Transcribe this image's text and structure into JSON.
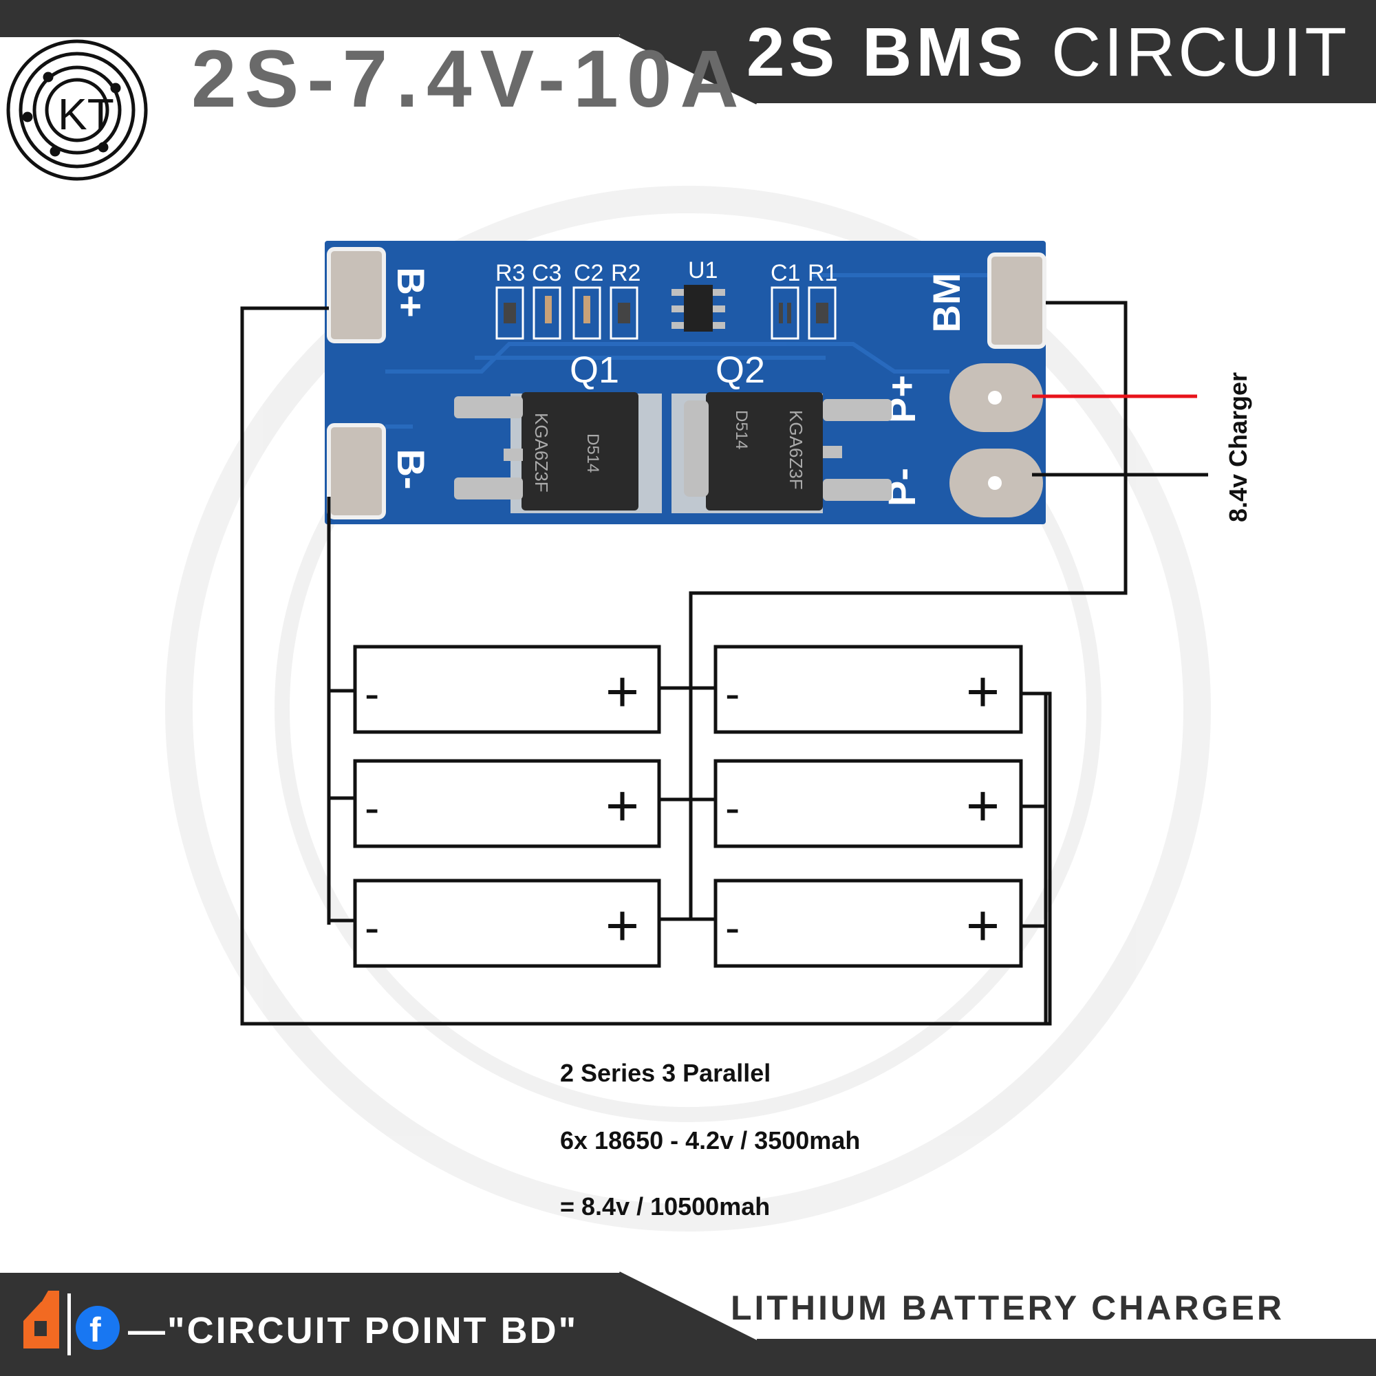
{
  "header": {
    "spec": "2S-7.4V-10A",
    "title_bold": "2S BMS",
    "title_light": "CIRCUIT",
    "logo_letters": "KT"
  },
  "board": {
    "pads": {
      "b_plus": "B+",
      "b_minus": "B-",
      "bm": "BM",
      "p_plus": "P+",
      "p_minus": "P-"
    },
    "components": {
      "r3": "R3",
      "c3": "C3",
      "c2": "C2",
      "r2": "R2",
      "u1": "U1",
      "c1": "C1",
      "r1": "R1",
      "q1": "Q1",
      "q2": "Q2"
    },
    "mosfet_marking_1": "KGA6Z3F",
    "mosfet_marking_2": "D514"
  },
  "charger_label": "8.4v Charger",
  "battery": {
    "minus": "-",
    "plus": "+"
  },
  "notes": [
    "2 Series 3 Parallel",
    "6x 18650 - 4.2v / 3500mah",
    "= 8.4v / 10500mah"
  ],
  "footer": {
    "brand": "—\"CIRCUIT POINT BD\"",
    "tagline": "LITHIUM BATTERY CHARGER",
    "fb_letter": "f"
  },
  "colors": {
    "banner": "#333333",
    "board_blue": "#1e5aa8",
    "pad": "#c8c0b8",
    "wire": "#111111",
    "charger_positive": "#e8131b",
    "fb_blue": "#1877f2",
    "brand_orange": "#f26a22"
  }
}
